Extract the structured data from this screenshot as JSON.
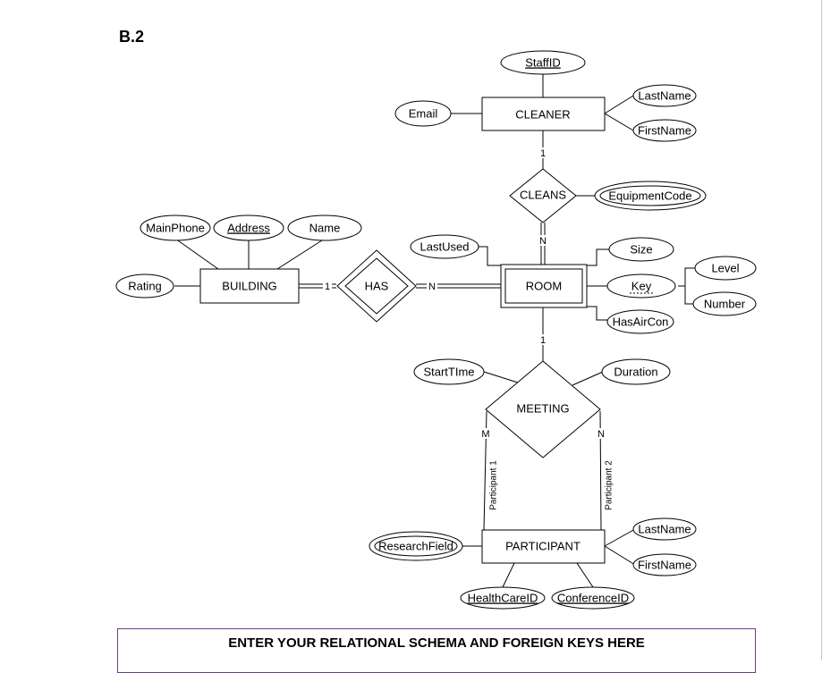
{
  "section_label": "B.2",
  "entities": {
    "cleaner": "CLEANER",
    "building": "BUILDING",
    "room": "ROOM",
    "participant": "PARTICIPANT"
  },
  "relationships": {
    "cleans": "CLEANS",
    "has": "HAS",
    "meeting": "MEETING"
  },
  "attributes": {
    "cleaner": {
      "staff_id": "StaffID",
      "email": "Email",
      "last_name": "LastName",
      "first_name": "FirstName"
    },
    "cleans": {
      "equipment_code": "EquipmentCode"
    },
    "building": {
      "main_phone": "MainPhone",
      "address": "Address",
      "name": "Name",
      "rating": "Rating"
    },
    "room": {
      "last_used": "LastUsed",
      "size": "Size",
      "key": "Key",
      "level": "Level",
      "number": "Number",
      "has_air_con": "HasAirCon"
    },
    "meeting": {
      "start_time": "StartTIme",
      "duration": "Duration"
    },
    "participant": {
      "research_field": "ResearchField",
      "last_name": "LastName",
      "first_name": "FirstName",
      "health_care_id": "HealthCareID",
      "conference_id": "ConferenceID"
    }
  },
  "cardinalities": {
    "cleaner_cleans": "1",
    "cleans_room": "N",
    "building_has": "1",
    "has_room": "N",
    "room_meeting": "1",
    "meeting_participant1": "M",
    "meeting_participant2": "N"
  },
  "roles": {
    "participant1": "Participant 1",
    "participant2": "Participant 2"
  },
  "answer_box": {
    "title": "ENTER YOUR RELATIONAL SCHEMA AND FOREIGN KEYS HERE"
  }
}
